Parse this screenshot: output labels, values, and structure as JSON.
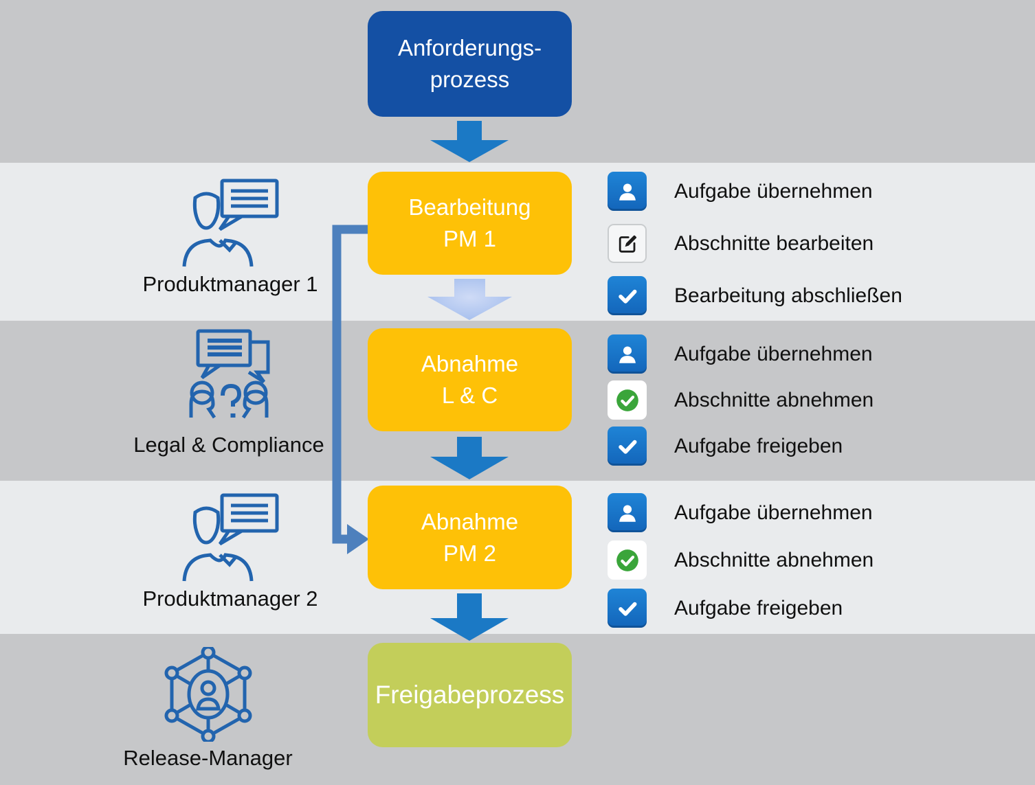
{
  "boxes": {
    "anforderung": {
      "line1": "Anforderungs-",
      "line2": "prozess"
    },
    "bearbeitung": {
      "line1": "Bearbeitung",
      "line2": "PM 1"
    },
    "abnahme_lc": {
      "line1": "Abnahme",
      "line2": "L & C"
    },
    "abnahme_pm2": {
      "line1": "Abnahme",
      "line2": "PM 2"
    },
    "freigabe": {
      "line1": "Freigabeprozess"
    }
  },
  "roles": {
    "pm1": {
      "label": "Produktmanager 1",
      "icon": "person-speech-bubble-icon"
    },
    "legal": {
      "label": "Legal & Compliance",
      "icon": "group-discussion-icon"
    },
    "pm2": {
      "label": "Produktmanager 2",
      "icon": "person-speech-bubble-icon"
    },
    "release": {
      "label": "Release-Manager",
      "icon": "network-person-icon"
    }
  },
  "actions": {
    "row1": [
      {
        "label": "Aufgabe übernehmen",
        "icon": "user-icon",
        "style": "blue"
      },
      {
        "label": "Abschnitte bearbeiten",
        "icon": "edit-icon",
        "style": "white"
      },
      {
        "label": "Bearbeitung abschließen",
        "icon": "check-icon",
        "style": "blue"
      }
    ],
    "row2": [
      {
        "label": "Aufgabe übernehmen",
        "icon": "user-icon",
        "style": "blue"
      },
      {
        "label": "Abschnitte abnehmen",
        "icon": "check-circle-icon",
        "style": "white"
      },
      {
        "label": "Aufgabe freigeben",
        "icon": "check-icon",
        "style": "blue"
      }
    ],
    "row3": [
      {
        "label": "Aufgabe übernehmen",
        "icon": "user-icon",
        "style": "blue"
      },
      {
        "label": "Abschnitte abnehmen",
        "icon": "check-circle-icon",
        "style": "white"
      },
      {
        "label": "Aufgabe freigeben",
        "icon": "check-icon",
        "style": "blue"
      }
    ]
  },
  "colors": {
    "band_dark": "#c6c7c9",
    "band_light": "#e9ebed",
    "box_dark_blue": "#1450a4",
    "box_yellow": "#fec107",
    "box_green": "#c3ce5a",
    "arrow_blue": "#1b79c5",
    "arrow_soft_blue": "#a9c2ee",
    "connector_blue": "#4d80bd",
    "icon_blue": "#1877ce",
    "icon_green": "#3aa53a",
    "role_icon_blue": "#2264ae"
  }
}
